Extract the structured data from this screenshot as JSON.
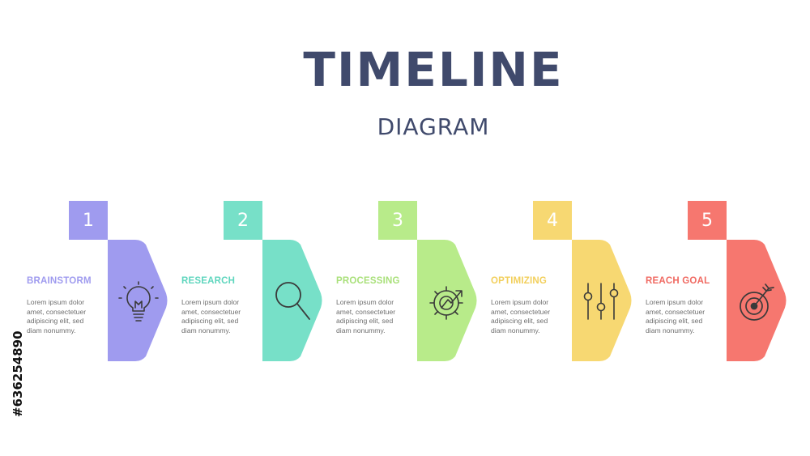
{
  "title": "TIMELINE",
  "subtitle": "DIAGRAM",
  "side_code": "#636254890",
  "steps": [
    {
      "number": "1",
      "label": "BRAINSTORM",
      "color": "#9f9bef",
      "label_color": "#9f9bef",
      "icon": "lightbulb-icon",
      "desc": [
        "Lorem ipsum dolor",
        "amet, consectetuer",
        "adipiscing elit, sed",
        "diam nonummy."
      ]
    },
    {
      "number": "2",
      "label": "RESEARCH",
      "color": "#77e0c8",
      "label_color": "#5fd6be",
      "icon": "magnifier-icon",
      "desc": [
        "Lorem ipsum dolor",
        "amet, consectetuer",
        "adipiscing elit, sed",
        "diam nonummy."
      ]
    },
    {
      "number": "3",
      "label": "PROCESSING",
      "color": "#b8eb8a",
      "label_color": "#a9e07a",
      "icon": "gear-arrow-icon",
      "desc": [
        "Lorem ipsum dolor",
        "amet, consectetuer",
        "adipiscing elit, sed",
        "diam nonummy."
      ]
    },
    {
      "number": "4",
      "label": "OPTIMIZING",
      "color": "#f7d872",
      "label_color": "#f2cf5b",
      "icon": "sliders-icon",
      "desc": [
        "Lorem ipsum dolor",
        "amet, consectetuer",
        "adipiscing elit, sed",
        "diam nonummy."
      ]
    },
    {
      "number": "5",
      "label": "REACH GOAL",
      "color": "#f6776f",
      "label_color": "#f06a62",
      "icon": "target-icon",
      "desc": [
        "Lorem ipsum dolor",
        "amet, consectetuer",
        "adipiscing elit, sed",
        "diam nonummy."
      ]
    }
  ]
}
